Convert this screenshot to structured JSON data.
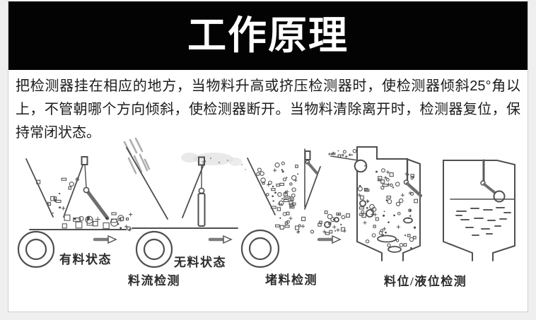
{
  "header": {
    "title": "工作原理"
  },
  "description": "把检测器挂在相应的地方，当物料升高或挤压检测器时，使检测器倾斜25°角以上，不管朝哪个方向倾斜，使检测器断开。当物料清除离开时，检测器复位，保持常闭状态。",
  "diagram_labels": {
    "with_material": "有料状态",
    "without_material": "无料状态",
    "flow_detection": "料流检测",
    "blockage_detection": "堵料检测",
    "level_detection": "料位/液位检测"
  },
  "colors": {
    "banner_bg": "#030303",
    "banner_text": "#ffffff",
    "diagram_line": "#4f4f4f",
    "body_text": "#1b1b1b"
  }
}
